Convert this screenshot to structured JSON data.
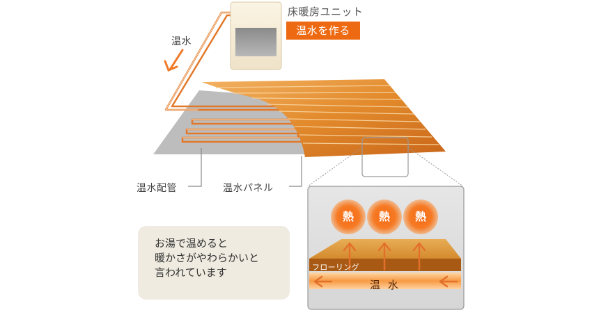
{
  "unit": {
    "name": "床暖房ユニット",
    "badge": "温水を作る"
  },
  "labels": {
    "hot_water_top": "温水",
    "pipe": "温水配管",
    "panel": "温水パネル"
  },
  "note": {
    "lines": [
      "お湯で温めると",
      "暖かさがやわらかいと",
      "言われています"
    ]
  },
  "detail": {
    "heat_marks": [
      "熱",
      "熱",
      "熱"
    ],
    "flooring": "フローリング",
    "hot_water": "温 水"
  },
  "colors": {
    "accent": "#ee6a12",
    "floor_wood": "#e08a2a",
    "note_bg": "#efebe0",
    "panel_gray": "#b9b9b9"
  }
}
